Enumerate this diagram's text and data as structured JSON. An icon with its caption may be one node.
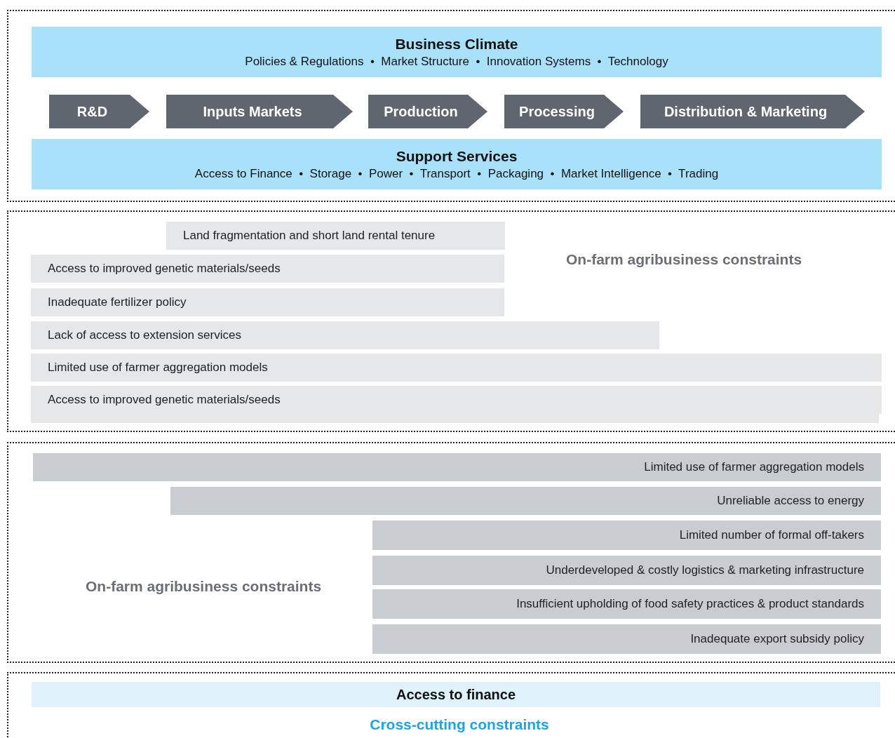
{
  "diagram": {
    "nodes": [
      {
        "text": [],
        "shape": "box"
      },
      {
        "text": [
          "Business Climate",
          "Policies & Regulations  •  Market Structure  •  Innovation Systems  •  Technology"
        ],
        "in": 0
      },
      {
        "text": [
          "R&D"
        ],
        "in": 0
      },
      {
        "text": [
          "Inputs Markets"
        ],
        "in": 0
      },
      {
        "text": [
          "Production"
        ],
        "in": 0
      },
      {
        "text": [
          "Processing"
        ],
        "in": 0
      },
      {
        "text": [
          "Distribution & Marketing"
        ],
        "in": 0
      },
      {
        "text": [
          "Support Services",
          "Access to Finance  •  Storage  •  Power  •  Transport  •  Packaging  •  Market Intelligence  •  Trading"
        ],
        "in": 0
      },
      {
        "text": [
          "On-farm agribusiness constraints"
        ]
      },
      {
        "text": [
          "Land fragmentation and short land rental tenure"
        ],
        "in": 8
      },
      {
        "text": [
          "Access to improved genetic materials/seeds"
        ],
        "in": 8
      },
      {
        "text": [
          "Inadequate fertilizer policy"
        ],
        "in": 8
      },
      {
        "text": [
          "Lack of access to extension services"
        ],
        "in": 8
      },
      {
        "text": [
          "Limited use of farmer aggregation models"
        ],
        "in": 8
      },
      {
        "text": [
          "Access to improved genetic materials/seeds"
        ],
        "in": 8
      },
      {
        "text": [],
        "shape": "bar",
        "in": 8
      },
      {
        "text": [
          "On-farm agribusiness constraints"
        ]
      },
      {
        "text": [
          "Limited use of farmer aggregation models"
        ],
        "in": 16
      },
      {
        "text": [
          "Unreliable access to energy"
        ],
        "in": 16
      },
      {
        "text": [
          "Limited number of formal off-takers"
        ],
        "in": 16
      },
      {
        "text": [
          "Underdeveloped & costly logistics & marketing infrastructure"
        ],
        "in": 16
      },
      {
        "text": [
          "Insufficient upholding of food safety practices & product standards"
        ],
        "in": 16
      },
      {
        "text": [
          "Inadequate export subsidy policy"
        ],
        "in": 16
      },
      {
        "text": [
          "Cross-cutting constraints"
        ]
      },
      {
        "text": [
          "Access to finance"
        ],
        "in": 23
      }
    ],
    "edges": []
  }
}
